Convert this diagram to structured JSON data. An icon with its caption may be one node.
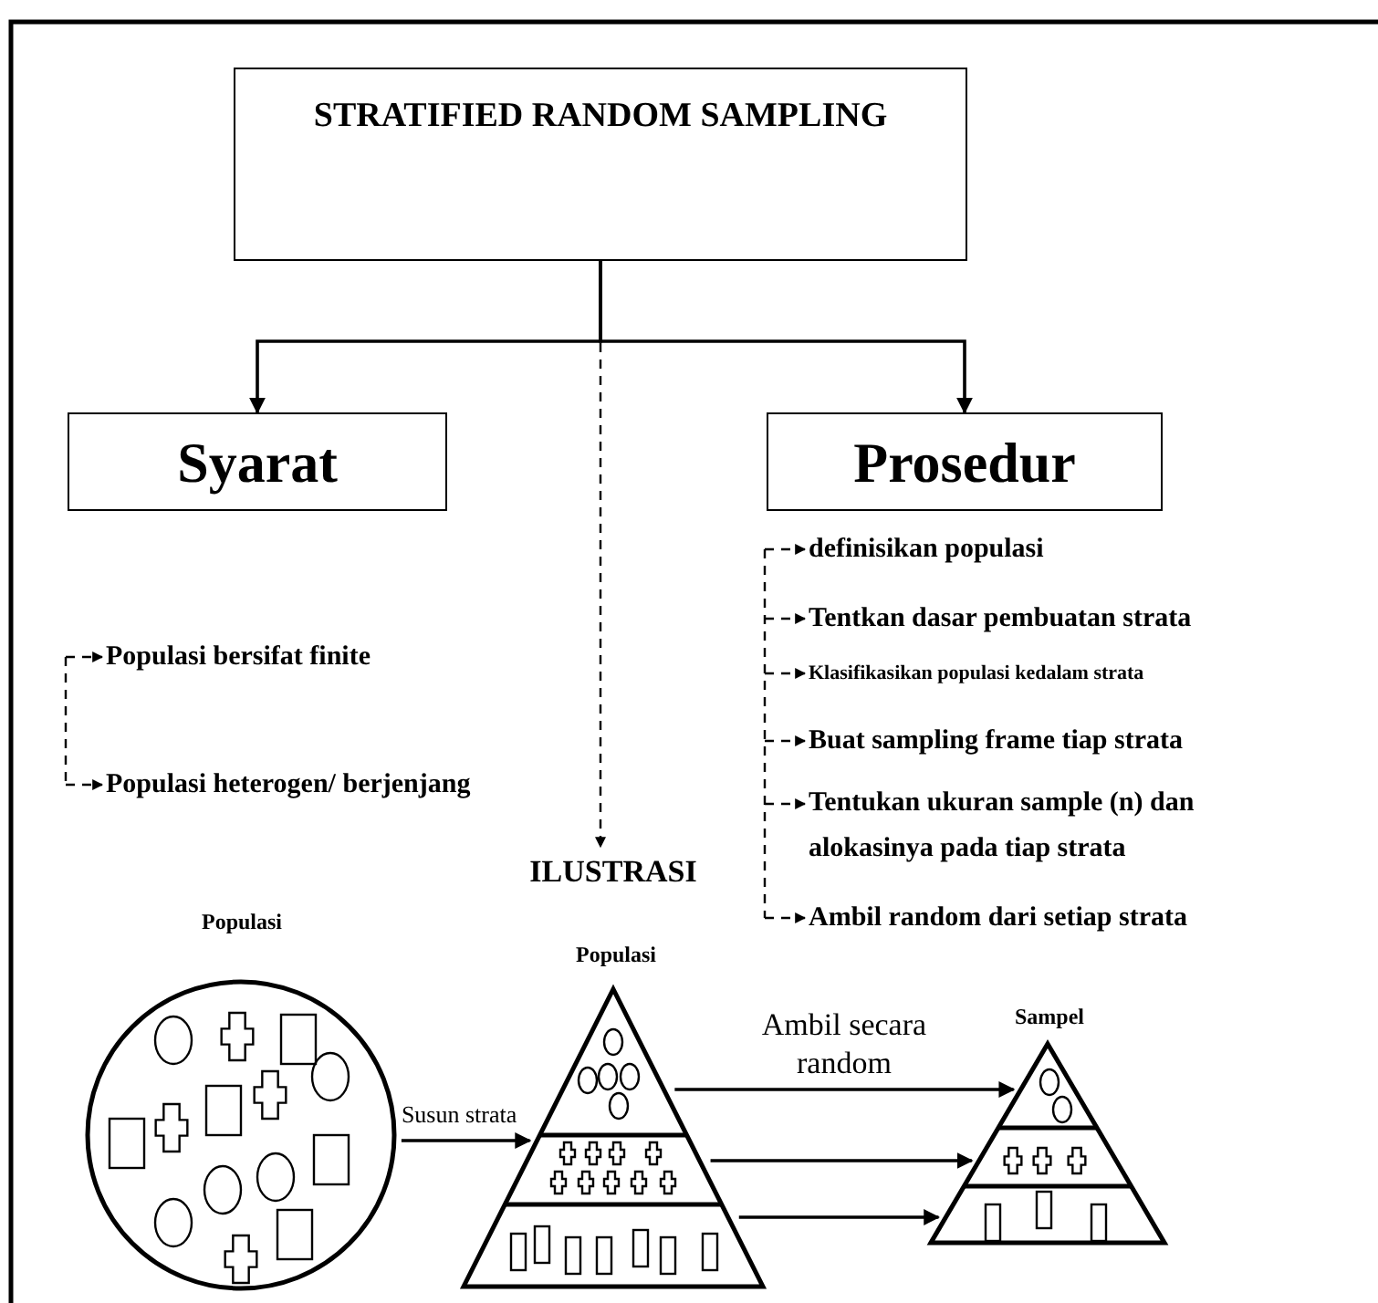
{
  "diagram": {
    "nodes": [
      {
        "text": [
          "STRATIFIED RANDOM SAMPLING"
        ]
      },
      {
        "text": [
          "Syarat"
        ]
      },
      {
        "text": [
          "Prosedur"
        ]
      },
      {
        "text": [
          "Populasi bersifat finite"
        ]
      },
      {
        "text": [
          "Populasi heterogen/ berjenjang"
        ]
      },
      {
        "text": [
          "definisikan populasi"
        ]
      },
      {
        "text": [
          "Tentkan dasar pembuatan strata"
        ]
      },
      {
        "text": [
          "Klasifikasikan populasi kedalam strata"
        ]
      },
      {
        "text": [
          "Buat sampling frame tiap strata"
        ]
      },
      {
        "text": [
          "Tentukan ukuran sample (n) dan alokasinya pada tiap strata"
        ]
      },
      {
        "text": [
          "Ambil random dari setiap strata"
        ]
      },
      {
        "text": [
          "ILUSTRASI"
        ]
      },
      {
        "text": [
          "Populasi"
        ]
      },
      {
        "text": [
          "Populasi"
        ]
      },
      {
        "text": [
          "Sampel"
        ]
      }
    ],
    "edges": [
      {
        "from": 0,
        "to": 1,
        "arrow": "to"
      },
      {
        "from": 0,
        "to": 2,
        "arrow": "to"
      },
      {
        "from": 0,
        "to": 11,
        "arrow": "to",
        "style": "dashed"
      },
      {
        "from": null,
        "to": 3,
        "arrow": "to",
        "style": "dashed"
      },
      {
        "from": null,
        "to": 4,
        "arrow": "to",
        "style": "dashed"
      },
      {
        "from": null,
        "to": 5,
        "arrow": "to",
        "style": "dashed"
      },
      {
        "from": null,
        "to": 6,
        "arrow": "to",
        "style": "dashed"
      },
      {
        "from": null,
        "to": 7,
        "arrow": "to",
        "style": "dashed"
      },
      {
        "from": null,
        "to": 8,
        "arrow": "to",
        "style": "dashed"
      },
      {
        "from": null,
        "to": 9,
        "arrow": "to",
        "style": "dashed"
      },
      {
        "from": null,
        "to": 10,
        "arrow": "to",
        "style": "dashed"
      },
      {
        "from": 12,
        "to": 13,
        "arrow": "to",
        "label": "Susun strata"
      },
      {
        "from": 13,
        "to": 14,
        "arrow": "to",
        "label": "Ambil secara random"
      },
      {
        "from": 13,
        "to": 14,
        "arrow": "to"
      },
      {
        "from": 13,
        "to": 14,
        "arrow": "to"
      }
    ]
  }
}
